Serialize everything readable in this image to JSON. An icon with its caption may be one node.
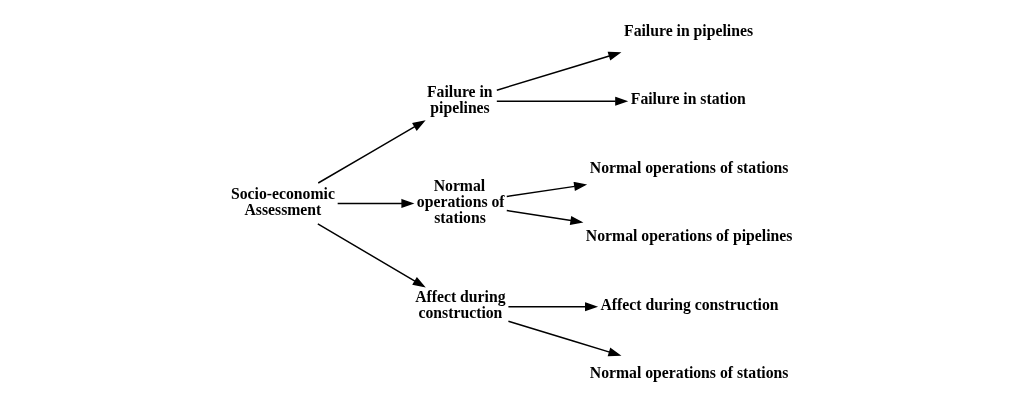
{
  "diagram": {
    "nodes": [
      {
        "text": [
          "Socio-economic Assessment"
        ]
      },
      {
        "text": [
          "Failure in pipelines"
        ]
      },
      {
        "text": [
          "Normal operations of stations"
        ]
      },
      {
        "text": [
          "Affect during construction"
        ]
      },
      {
        "text": [
          "Failure in pipelines"
        ]
      },
      {
        "text": [
          "Failure in station"
        ]
      },
      {
        "text": [
          "Normal operations of stations"
        ]
      },
      {
        "text": [
          "Normal operations of pipelines"
        ]
      },
      {
        "text": [
          "Affect during construction"
        ]
      },
      {
        "text": [
          "Normal operations of stations"
        ]
      }
    ],
    "edges": [
      {
        "from": 0,
        "to": 1,
        "arrow": "to"
      },
      {
        "from": 0,
        "to": 2,
        "arrow": "to"
      },
      {
        "from": 0,
        "to": 3,
        "arrow": "to"
      },
      {
        "from": 1,
        "to": 4,
        "arrow": "to"
      },
      {
        "from": 1,
        "to": 5,
        "arrow": "to"
      },
      {
        "from": 2,
        "to": 6,
        "arrow": "to"
      },
      {
        "from": 2,
        "to": 7,
        "arrow": "to"
      },
      {
        "from": 3,
        "to": 8,
        "arrow": "to"
      },
      {
        "from": 3,
        "to": 9,
        "arrow": "to"
      }
    ]
  }
}
